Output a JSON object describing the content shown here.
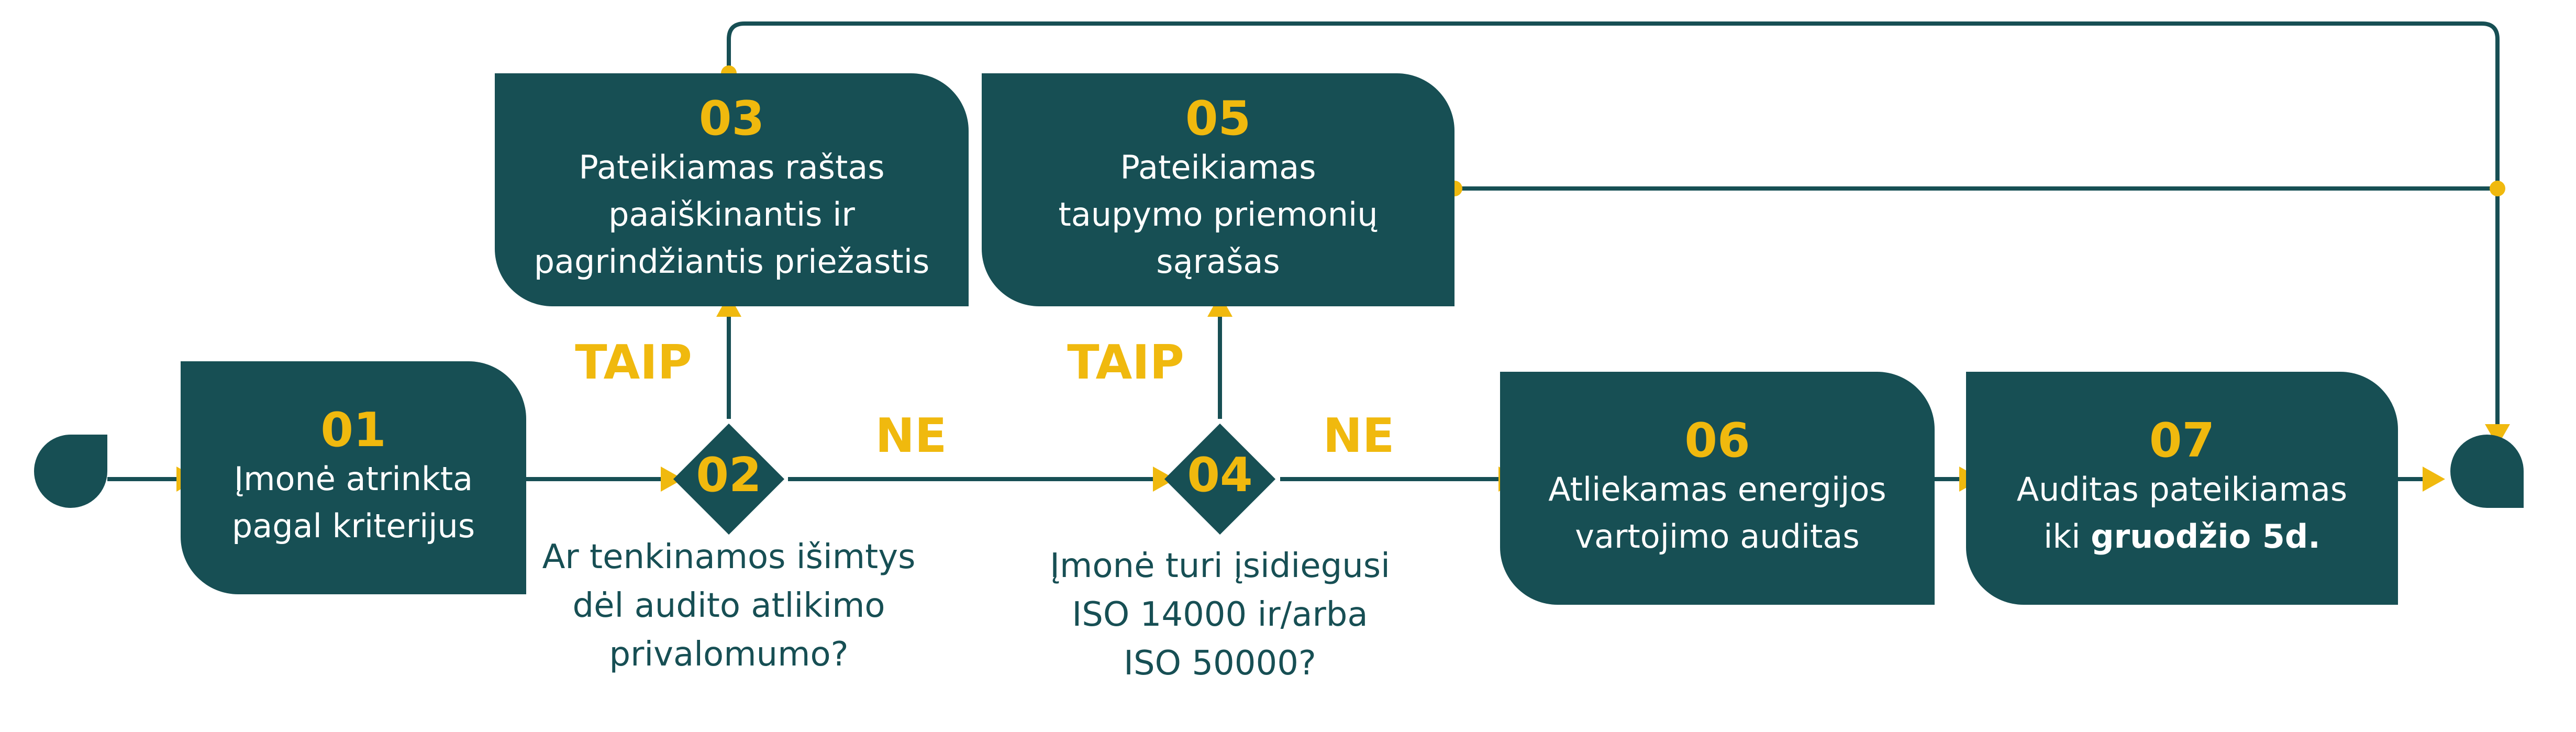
{
  "colors": {
    "primary": "#174f54",
    "accent": "#f0b90e",
    "background": "#ffffff"
  },
  "steps": [
    {
      "number": "01",
      "text": [
        "Įmonė atrinkta",
        "pagal kriterijus"
      ]
    },
    {
      "number": "02",
      "question": [
        "Ar tenkinamos išimtys",
        "dėl audito atlikimo",
        "privalomumo?"
      ]
    },
    {
      "number": "03",
      "text": [
        "Pateikiamas raštas",
        "paaiškinantis ir",
        "pagrindžiantis priežastis"
      ]
    },
    {
      "number": "04",
      "question": [
        "Įmonė turi įsidiegusi",
        "ISO 14000 ir/arba",
        "ISO 50000?"
      ]
    },
    {
      "number": "05",
      "text": [
        "Pateikiamas",
        "taupymo priemonių",
        "sąrašas"
      ]
    },
    {
      "number": "06",
      "text": [
        "Atliekamas energijos",
        "vartojimo auditas"
      ]
    },
    {
      "number": "07",
      "text_plain": "Auditas pateikiamas",
      "text_prefix": "iki ",
      "text_bold": "gruodžio 5d."
    }
  ],
  "branch_labels": {
    "yes_1": "TAIP",
    "no_1": "NE",
    "yes_2": "TAIP",
    "no_2": "NE"
  }
}
